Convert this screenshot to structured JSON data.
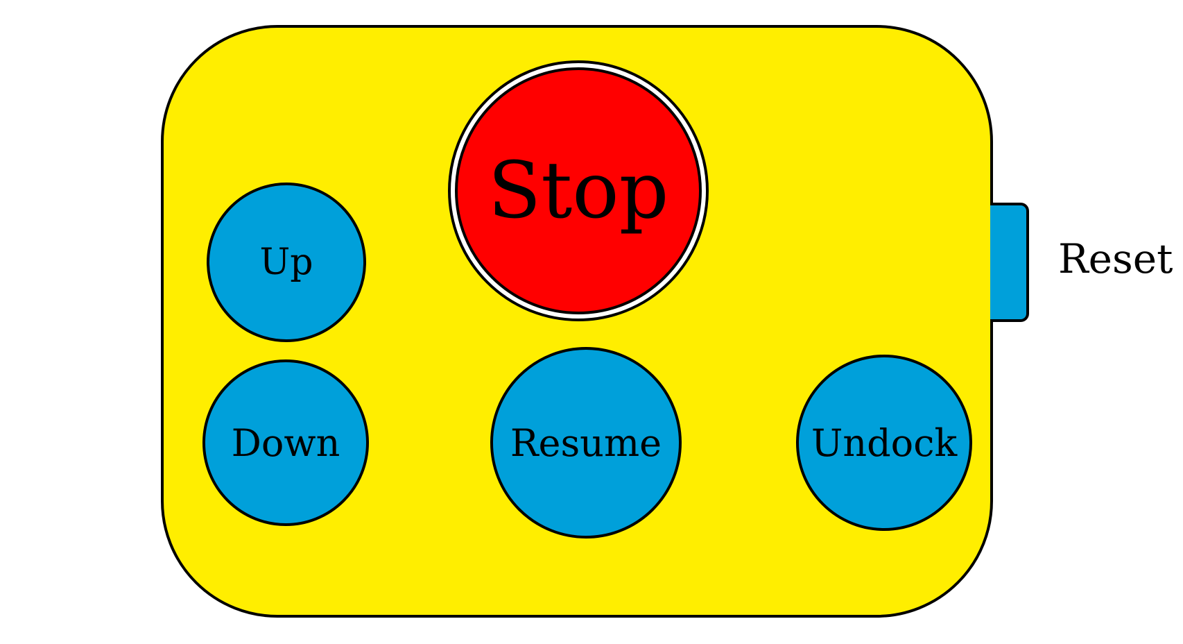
{
  "colors": {
    "body": "#FFEE00",
    "button": "#00A0DA",
    "stop": "#FF0000",
    "outline": "#000000",
    "ring": "#FFFFFF"
  },
  "buttons": {
    "stop_label": "Stop",
    "up_label": "Up",
    "down_label": "Down",
    "resume_label": "Resume",
    "undock_label": "Undock",
    "reset_label": "Reset"
  }
}
